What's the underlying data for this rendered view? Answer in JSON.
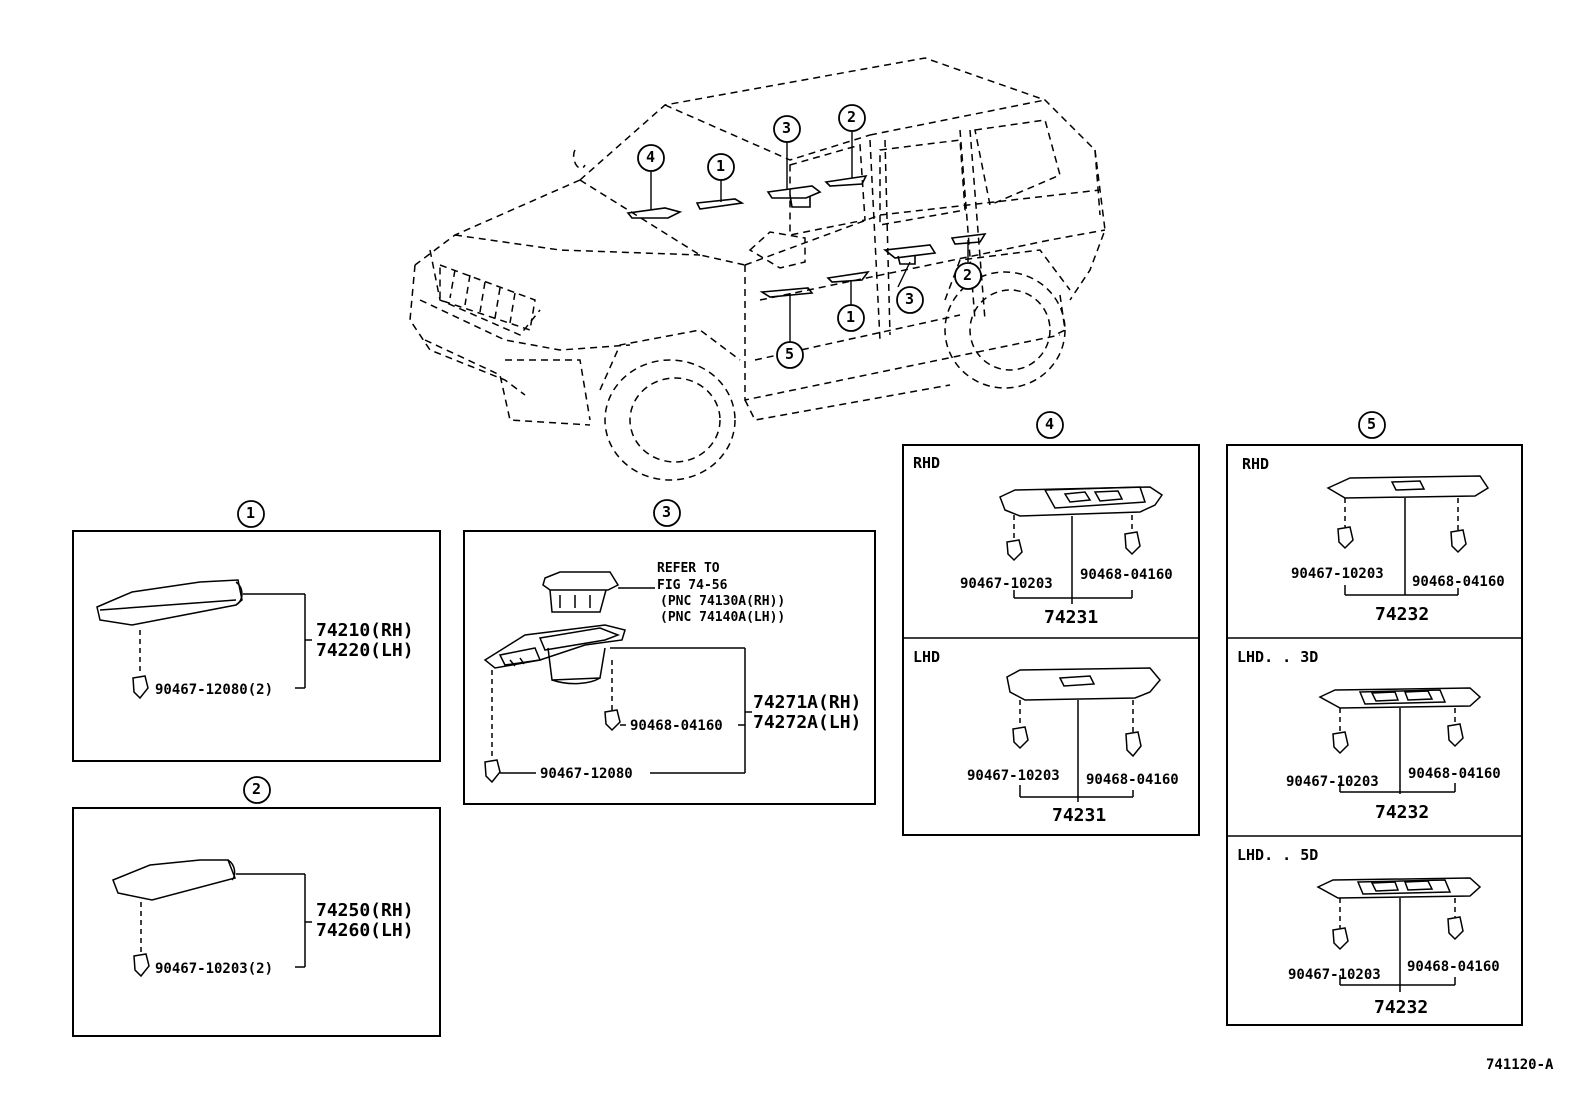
{
  "callouts": {
    "c1": "1",
    "c2": "2",
    "c3": "3",
    "c4": "4",
    "c5": "5"
  },
  "panel1": {
    "parts_rh": "74210(RH)",
    "parts_lh": "74220(LH)",
    "clip": "90467-12080(2)"
  },
  "panel2": {
    "parts_rh": "74250(RH)",
    "parts_lh": "74260(LH)",
    "clip": "90467-10203(2)"
  },
  "panel3": {
    "refer_1": "REFER TO",
    "refer_2": "FIG 74-56",
    "refer_3": "(PNC 74130A(RH))",
    "refer_4": "(PNC 74140A(LH))",
    "parts_rh": "74271A(RH)",
    "parts_lh": "74272A(LH)",
    "clip_a": "90468-04160",
    "clip_b": "90467-12080"
  },
  "panel4": {
    "rhd_label": "RHD",
    "lhd_label": "LHD",
    "rhd_clip_a": "90467-10203",
    "rhd_clip_b": "90468-04160",
    "rhd_part": "74231",
    "lhd_clip_a": "90467-10203",
    "lhd_clip_b": "90468-04160",
    "lhd_part": "74231"
  },
  "panel5": {
    "rhd_label": "RHD",
    "lhd3_label": "LHD. . 3D",
    "lhd5_label": "LHD. . 5D",
    "rhd_clip_a": "90467-10203",
    "rhd_clip_b": "90468-04160",
    "rhd_part": "74232",
    "lhd3_clip_a": "90467-10203",
    "lhd3_clip_b": "90468-04160",
    "lhd3_part": "74232",
    "lhd5_clip_a": "90467-10203",
    "lhd5_clip_b": "90468-04160",
    "lhd5_part": "74232"
  },
  "figure_code": "741120-A"
}
